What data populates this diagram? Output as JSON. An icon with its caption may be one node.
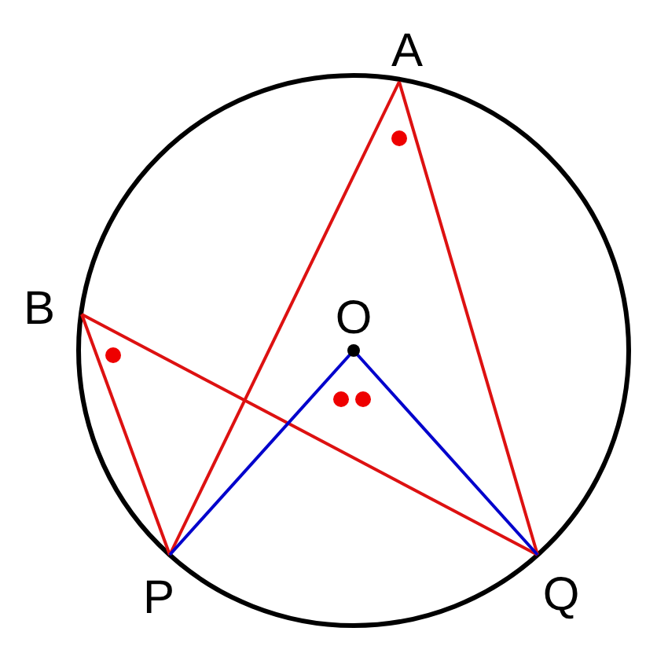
{
  "diagram": {
    "nodes": [
      {
        "text": [
          "A"
        ]
      },
      {
        "text": [
          "B"
        ]
      },
      {
        "text": [
          "O"
        ]
      },
      {
        "text": [
          "P"
        ]
      },
      {
        "text": [
          "Q"
        ]
      }
    ],
    "edges": [
      {
        "from": 0,
        "to": 3,
        "arrow": "none"
      },
      {
        "from": 0,
        "to": 4,
        "arrow": "none"
      },
      {
        "from": 1,
        "to": 3,
        "arrow": "none"
      },
      {
        "from": 1,
        "to": 4,
        "arrow": "none"
      },
      {
        "from": 2,
        "to": 3,
        "arrow": "none",
        "color": "#0000cc"
      },
      {
        "from": 2,
        "to": 4,
        "arrow": "none",
        "color": "#0000cc"
      }
    ]
  }
}
